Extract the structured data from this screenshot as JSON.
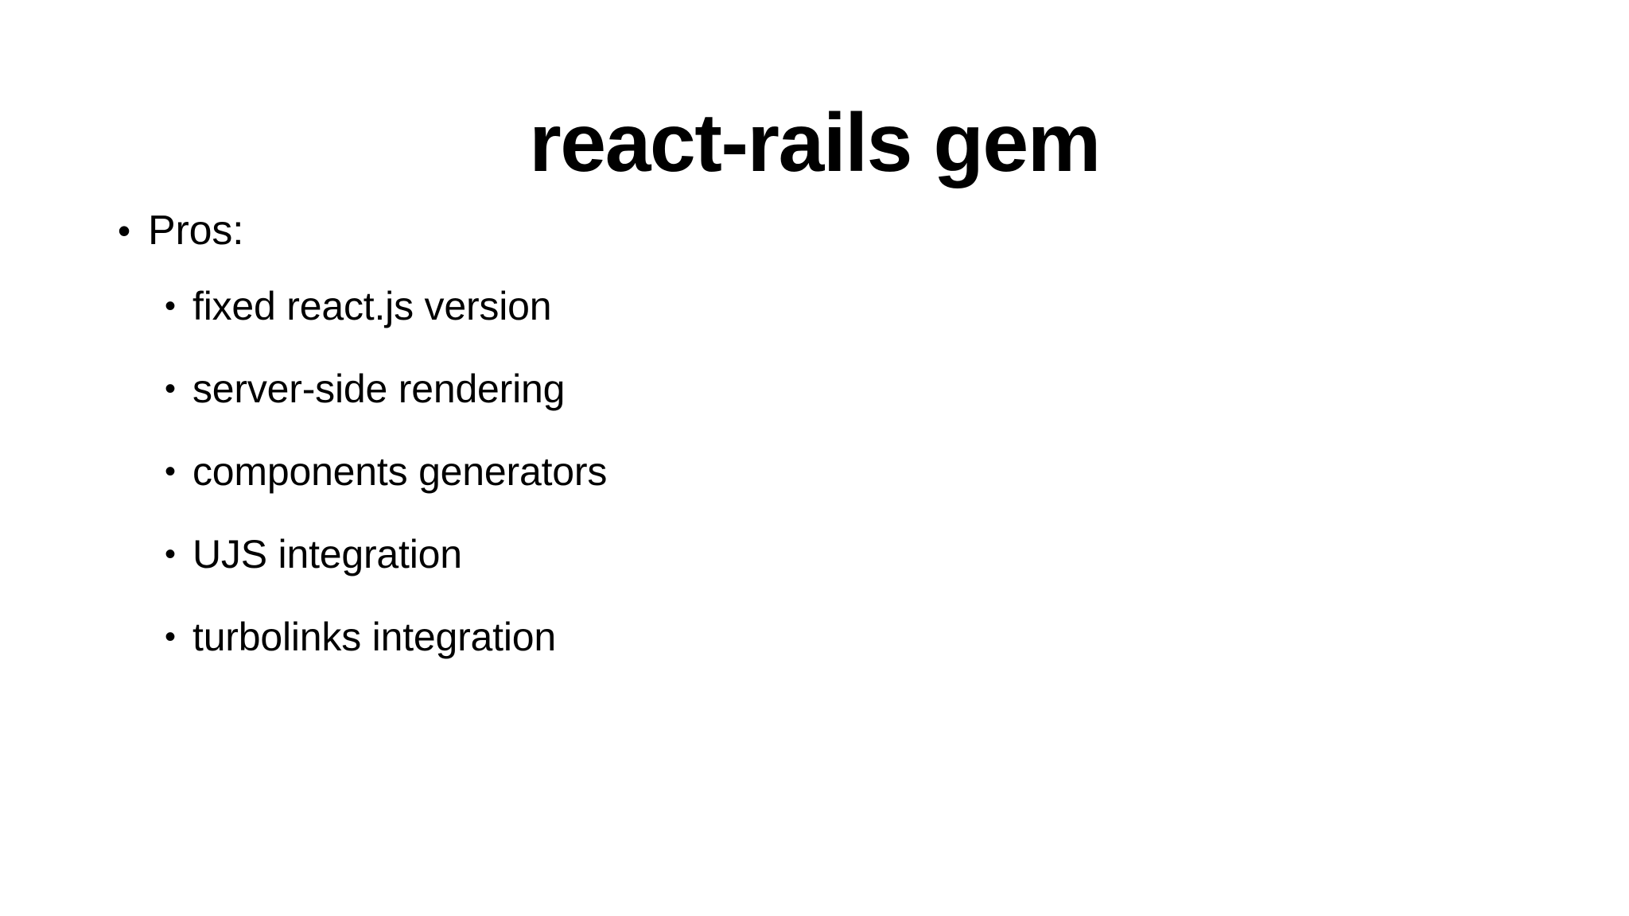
{
  "slide": {
    "title": "react-rails gem",
    "background_color": "#ffffff",
    "text_color": "#000000",
    "bullet_glyph": "•",
    "content": [
      {
        "level": 1,
        "text": "Pros:",
        "children": [
          {
            "level": 2,
            "text": "fixed react.js version"
          },
          {
            "level": 2,
            "text": "server-side rendering"
          },
          {
            "level": 2,
            "text": "components generators"
          },
          {
            "level": 2,
            "text": "UJS integration"
          },
          {
            "level": 2,
            "text": "turbolinks integration"
          }
        ]
      }
    ]
  }
}
